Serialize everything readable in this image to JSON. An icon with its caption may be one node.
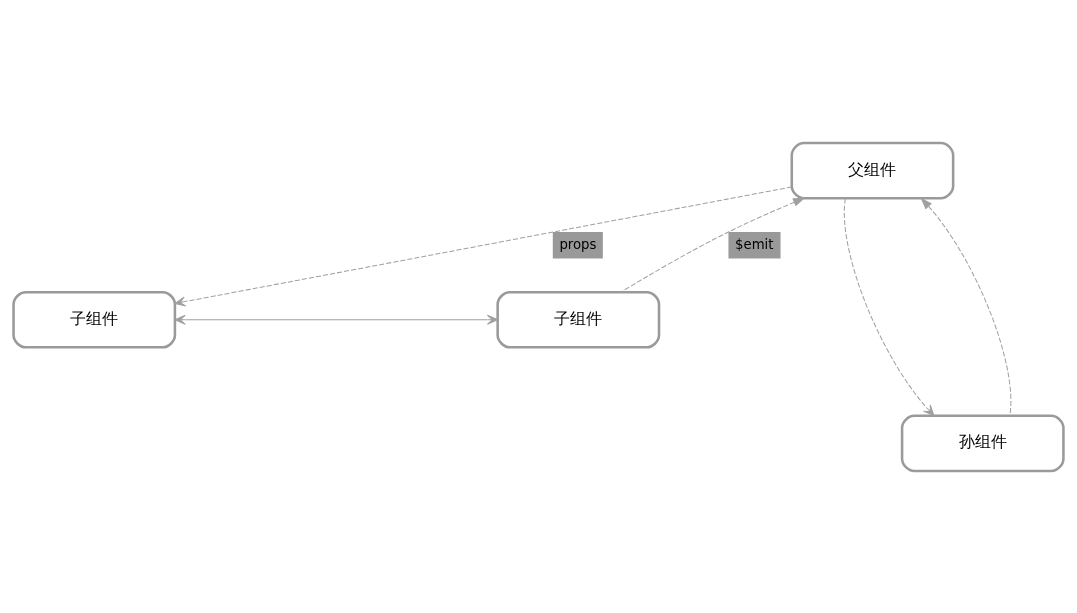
{
  "diagram": {
    "nodes": [
      {
        "text": [
          "父组件"
        ]
      },
      {
        "text": [
          "子组件"
        ]
      },
      {
        "text": [
          "子组件"
        ]
      },
      {
        "text": [
          "孙组件"
        ]
      }
    ],
    "edges": [
      {
        "from": 0,
        "to": 1,
        "arrow": "to",
        "label": "props",
        "style": "dashed"
      },
      {
        "from": 2,
        "to": 0,
        "arrow": "to",
        "label": "$emit",
        "style": "dashed"
      },
      {
        "from": 1,
        "to": 2,
        "arrow": "both"
      },
      {
        "from": 0,
        "to": 3,
        "arrow": "to",
        "style": "dashed"
      },
      {
        "from": 3,
        "to": 0,
        "arrow": "to",
        "style": "dashed"
      }
    ]
  }
}
